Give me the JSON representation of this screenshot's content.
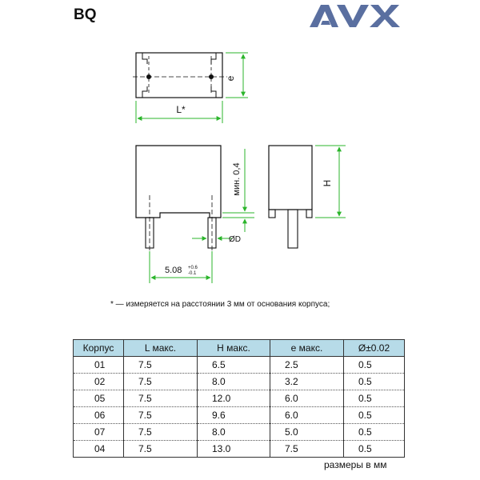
{
  "header": {
    "title": "BQ",
    "logo_text": "AVX"
  },
  "drawing_labels": {
    "e": "e",
    "L_star": "L*",
    "min_04": "мин. 0,4",
    "H": "H",
    "diam": "ØD",
    "pitch": "5.08",
    "pitch_tol_upper": "+0.6",
    "pitch_tol_lower": "-0.1"
  },
  "colors": {
    "dimension_line": "#2bb52b",
    "table_header": "#b7dbe8",
    "logo": "#5a6fa0"
  },
  "note": "* — измеряется на расстоянии 3 мм от основания корпуса;",
  "table": {
    "headers": [
      "Корпус",
      "L макс.",
      "H макс.",
      "e макс.",
      "Ø±0.02"
    ],
    "rows": [
      [
        "01",
        "7.5",
        "6.5",
        "2.5",
        "0.5"
      ],
      [
        "02",
        "7.5",
        "8.0",
        "3.2",
        "0.5"
      ],
      [
        "05",
        "7.5",
        "12.0",
        "6.0",
        "0.5"
      ],
      [
        "06",
        "7.5",
        "9.6",
        "6.0",
        "0.5"
      ],
      [
        "07",
        "7.5",
        "8.0",
        "5.0",
        "0.5"
      ],
      [
        "04",
        "7.5",
        "13.0",
        "7.5",
        "0.5"
      ]
    ]
  },
  "footnote": "размеры в мм"
}
